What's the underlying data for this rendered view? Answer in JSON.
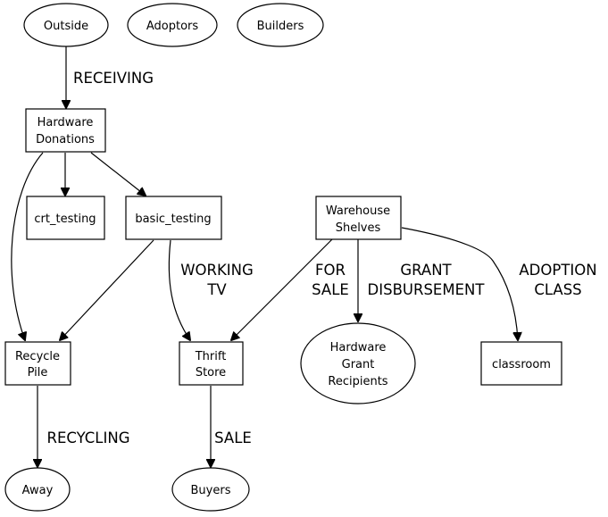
{
  "nodes": {
    "outside": {
      "label": "Outside"
    },
    "adoptors": {
      "label": "Adoptors"
    },
    "builders": {
      "label": "Builders"
    },
    "hardware_donations": {
      "line1": "Hardware",
      "line2": "Donations"
    },
    "crt_testing": {
      "label": "crt_testing"
    },
    "basic_testing": {
      "label": "basic_testing"
    },
    "warehouse_shelves": {
      "line1": "Warehouse",
      "line2": "Shelves"
    },
    "recycle_pile": {
      "line1": "Recycle",
      "line2": "Pile"
    },
    "thrift_store": {
      "line1": "Thrift",
      "line2": "Store"
    },
    "hardware_grant_recipients": {
      "line1": "Hardware",
      "line2": "Grant",
      "line3": "Recipients"
    },
    "classroom": {
      "label": "classroom"
    },
    "away": {
      "label": "Away"
    },
    "buyers": {
      "label": "Buyers"
    }
  },
  "edges": {
    "receiving": "RECEIVING",
    "working_tv": {
      "line1": "WORKING",
      "line2": "TV"
    },
    "for_sale": {
      "line1": "FOR",
      "line2": "SALE"
    },
    "grant_disbursement": {
      "line1": "GRANT",
      "line2": "DISBURSEMENT"
    },
    "adoption_class": {
      "line1": "ADOPTION",
      "line2": "CLASS"
    },
    "recycling": "RECYCLING",
    "sale": "SALE"
  }
}
